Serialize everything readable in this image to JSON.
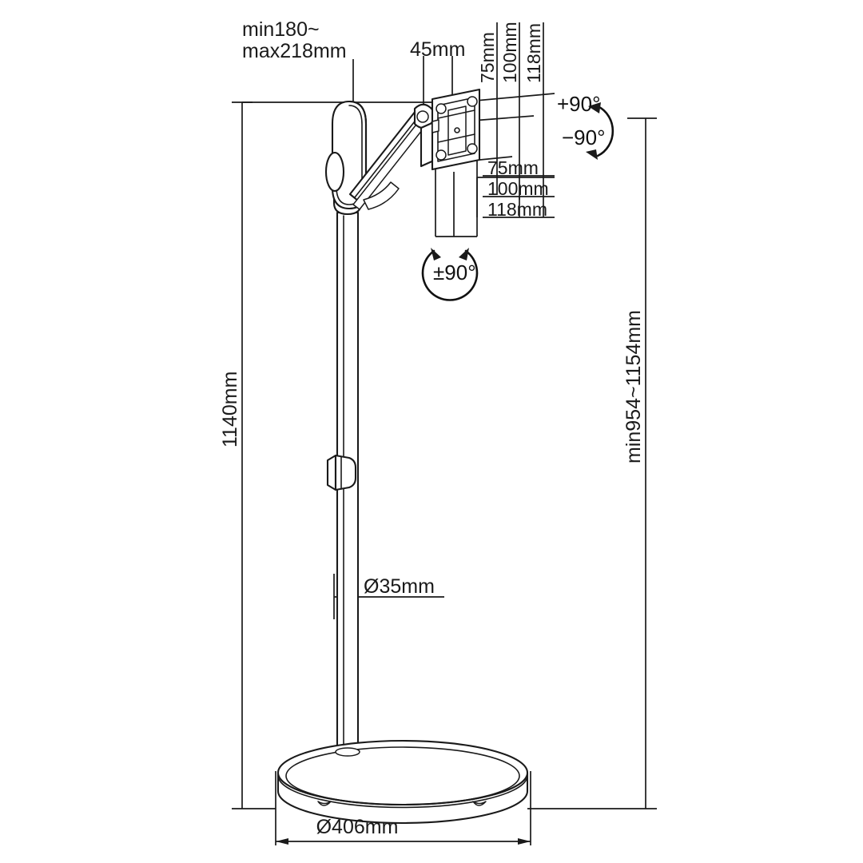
{
  "drawing": {
    "title": "Monitor Floor Stand Dimensional Drawing",
    "units": "mm",
    "line_color": "#1a1a1a",
    "background_color": "#ffffff"
  },
  "dimensions": {
    "arm_reach": {
      "line1": "min180~",
      "line2": "max218mm"
    },
    "bracket_offset": "45mm",
    "pole_height": "1140mm",
    "mount_height_range": "min954~1154mm",
    "pole_diameter": "Ø35mm",
    "base_diameter": "Ø406mm"
  },
  "vesa_vertical": [
    {
      "label": "75mm"
    },
    {
      "label": "100mm"
    },
    {
      "label": "118mm"
    }
  ],
  "vesa_horizontal": [
    {
      "label": "75mm"
    },
    {
      "label": "100mm"
    },
    {
      "label": "118mm"
    }
  ],
  "rotation": {
    "tilt_positive": "+90°",
    "tilt_negative": "−90°",
    "swivel": "±90°"
  }
}
